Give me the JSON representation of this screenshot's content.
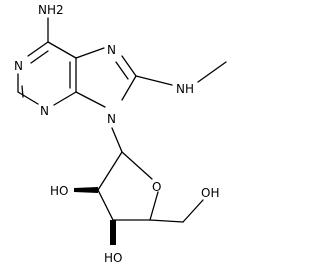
{
  "molecule": {
    "atom_labels": {
      "amine_top": "NH2",
      "ring6_n_left": "N",
      "ring6_n_bottom": "N",
      "ring5_n_top": "N",
      "ring5_n_bottom": "N",
      "methylamino": "NH",
      "ring_oxygen": "O",
      "hydroxyl_left": "HO",
      "hydroxyl_bottom": "HO",
      "hydroxyl_right": "OH"
    }
  }
}
